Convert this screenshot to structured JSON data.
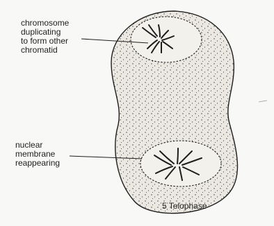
{
  "labels": {
    "chromosome_line_1": "chromosome",
    "chromosome_line_2": "duplicating",
    "chromosome_line_3": "to form other",
    "chromosome_line_4": "chromatid",
    "membrane_line_1": "nuclear",
    "membrane_line_2": "membrane",
    "membrane_line_3": "reappearing"
  },
  "caption": "5 Telophase",
  "colors": {
    "outline": "#1e1e1e",
    "cytoplasm_fill": "#ebe8e1",
    "background": "#f8f8f6"
  }
}
